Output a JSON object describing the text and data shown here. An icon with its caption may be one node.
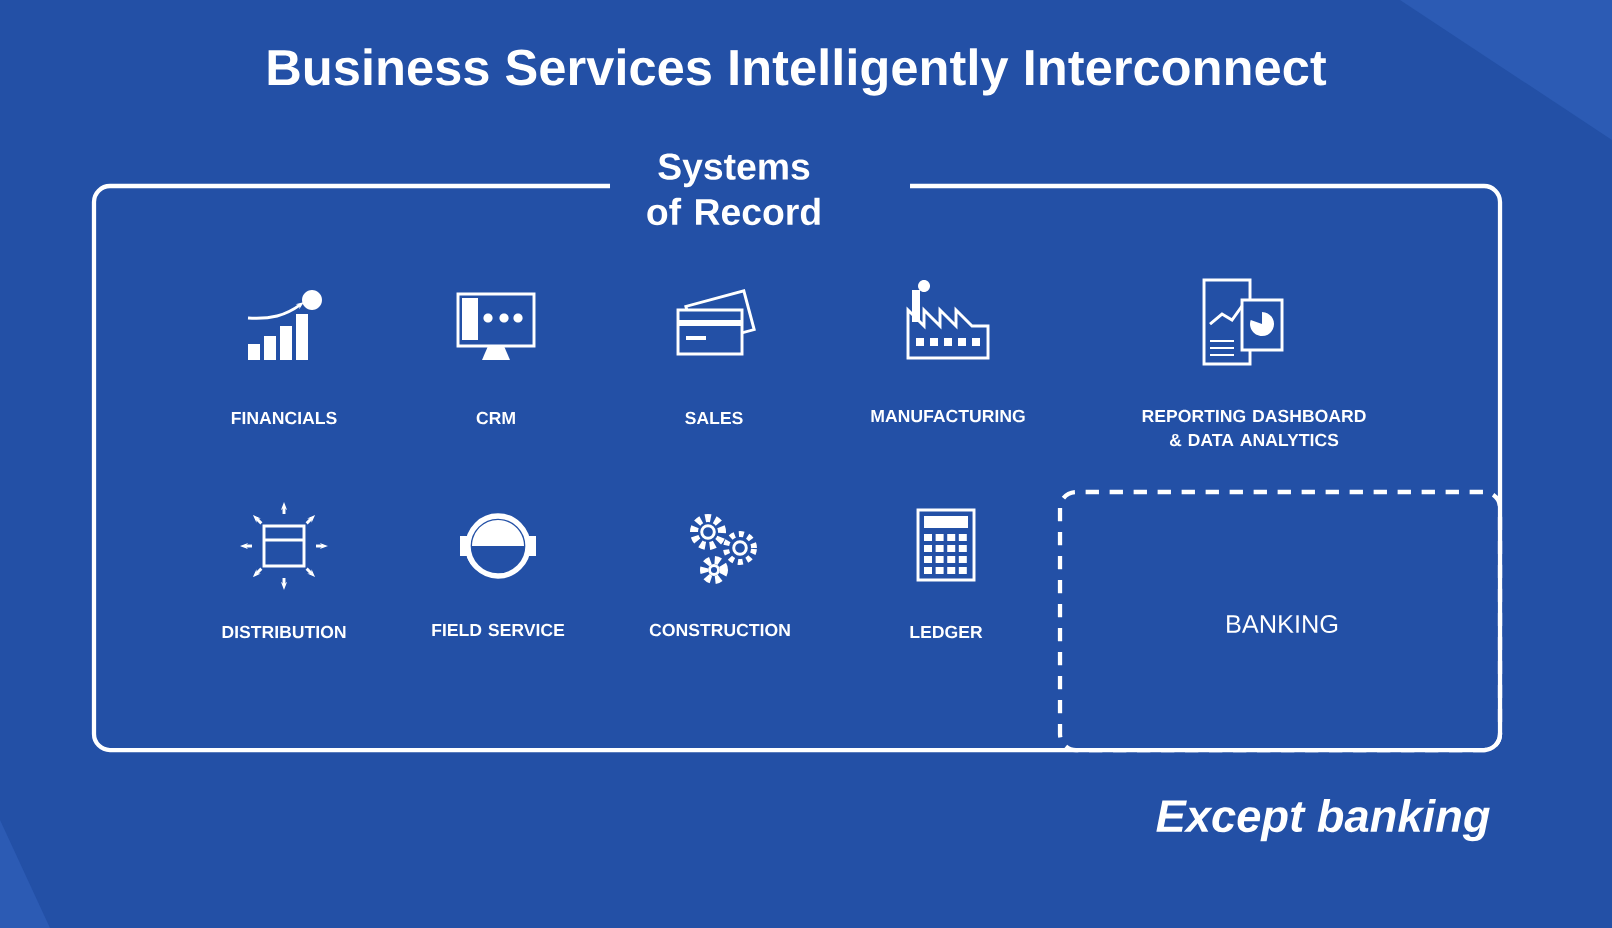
{
  "diagram": {
    "title": "Business Services Intelligently Interconnect",
    "nodes": [
      {
        "text": [
          "Systems of Record"
        ]
      },
      {
        "text": [
          "BANKING"
        ],
        "in": 0
      }
    ],
    "labels": [
      "FINANCIALS",
      "CRM",
      "SALES",
      "MANUFACTURING",
      "REPORTING DASHBOARD & DATA ANALYTICS",
      "DISTRIBUTION",
      "FIELD SERVICE",
      "CONSTRUCTION",
      "LEDGER",
      "Except banking"
    ]
  }
}
